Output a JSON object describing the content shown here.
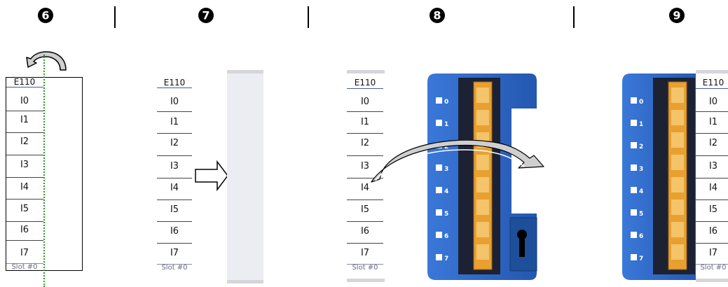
{
  "steps": [
    "❻",
    "❼",
    "❽",
    "❾"
  ],
  "header_label": "E110",
  "inputs": [
    "I0",
    "I1",
    "I2",
    "I3",
    "I4",
    "I5",
    "I6",
    "I7"
  ],
  "slot_label": "Slot #0",
  "module_leds": [
    "0",
    "1",
    "2",
    "3",
    "4",
    "5",
    "6",
    "7"
  ],
  "colors": {
    "module_blue": "#2f6fd0",
    "module_blue_dark": "#1e4f9a",
    "terminal_orange": "#e8a030",
    "guide_green": "#2a9a2a",
    "slot_grey": "#eeeeF2"
  }
}
